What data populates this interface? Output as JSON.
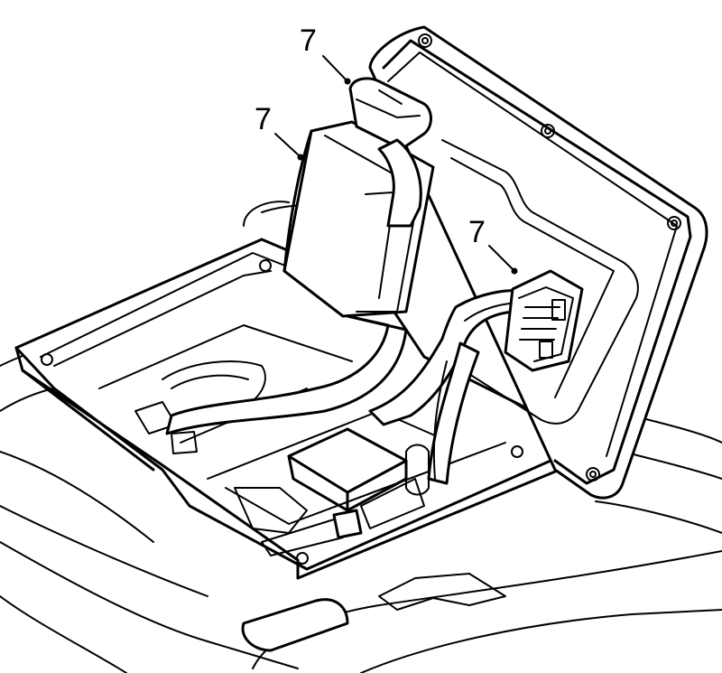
{
  "callouts": [
    {
      "label": "7"
    },
    {
      "label": "7"
    },
    {
      "label": "7"
    }
  ]
}
